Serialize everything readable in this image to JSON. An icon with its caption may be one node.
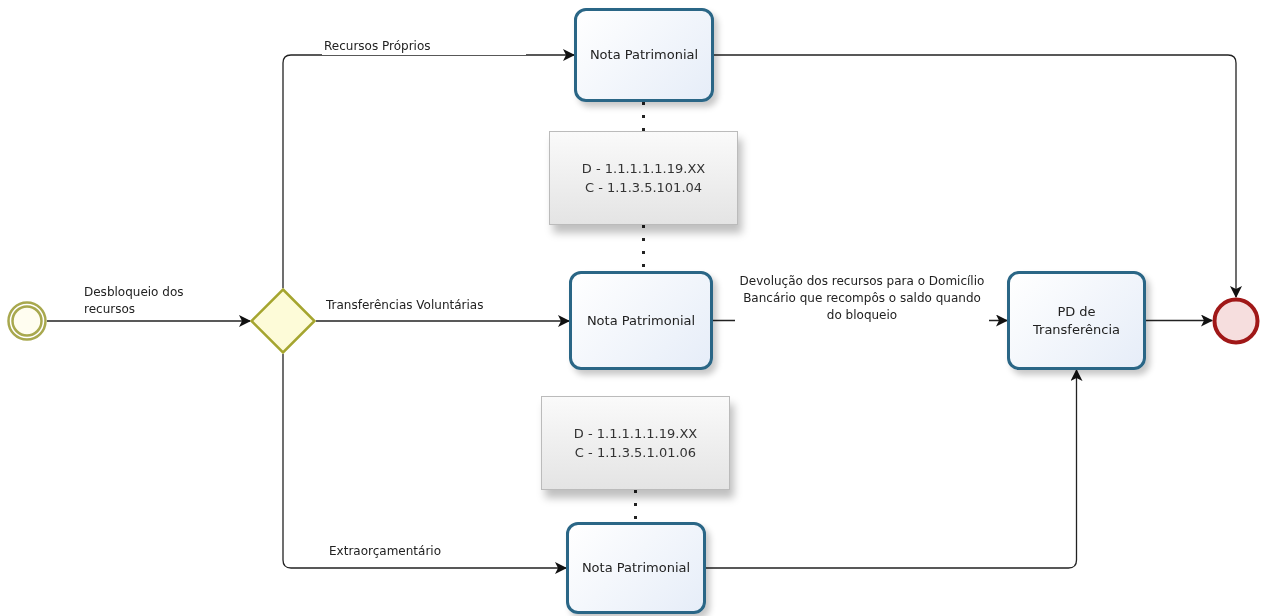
{
  "diagram": {
    "nodes": [
      {
        "text": [],
        "shape": "circle"
      },
      {
        "text": [],
        "shape": "diamond"
      },
      {
        "text": [
          "Nota Patrimonial"
        ]
      },
      {
        "text": [
          "D - 1.1.1.1.1.19.XX",
          "C - 1.1.3.5.101.04"
        ]
      },
      {
        "text": [
          "Nota Patrimonial"
        ]
      },
      {
        "text": [
          "PD de Transferência"
        ]
      },
      {
        "text": [],
        "shape": "circle"
      },
      {
        "text": [
          "D - 1.1.1.1.1.19.XX",
          "C - 1.1.3.5.1.01.06"
        ]
      },
      {
        "text": [
          "Nota Patrimonial"
        ]
      }
    ],
    "edges": [
      {
        "from": 0,
        "to": 1,
        "arrow": "to",
        "label": "Desbloqueio dos recursos"
      },
      {
        "from": 1,
        "to": 2,
        "arrow": "to",
        "label": "Recursos Próprios"
      },
      {
        "from": 1,
        "to": 4,
        "arrow": "to",
        "label": "Transferências Voluntárias"
      },
      {
        "from": 1,
        "to": 8,
        "arrow": "to",
        "label": "Extraorçamentário"
      },
      {
        "from": 2,
        "to": 6,
        "arrow": "to"
      },
      {
        "from": 4,
        "to": 5,
        "arrow": "to",
        "label": "Devolução dos recursos para o Domicílio Bancário que recompôs o saldo quando do bloqueio"
      },
      {
        "from": 8,
        "to": 5,
        "arrow": "to"
      },
      {
        "from": 5,
        "to": 6,
        "arrow": "to"
      },
      {
        "from": 3,
        "to": 2,
        "arrow": "none",
        "style": "dashed"
      },
      {
        "from": 3,
        "to": 4,
        "arrow": "none",
        "style": "dashed"
      },
      {
        "from": 7,
        "to": 8,
        "arrow": "none",
        "style": "dashed"
      }
    ]
  }
}
